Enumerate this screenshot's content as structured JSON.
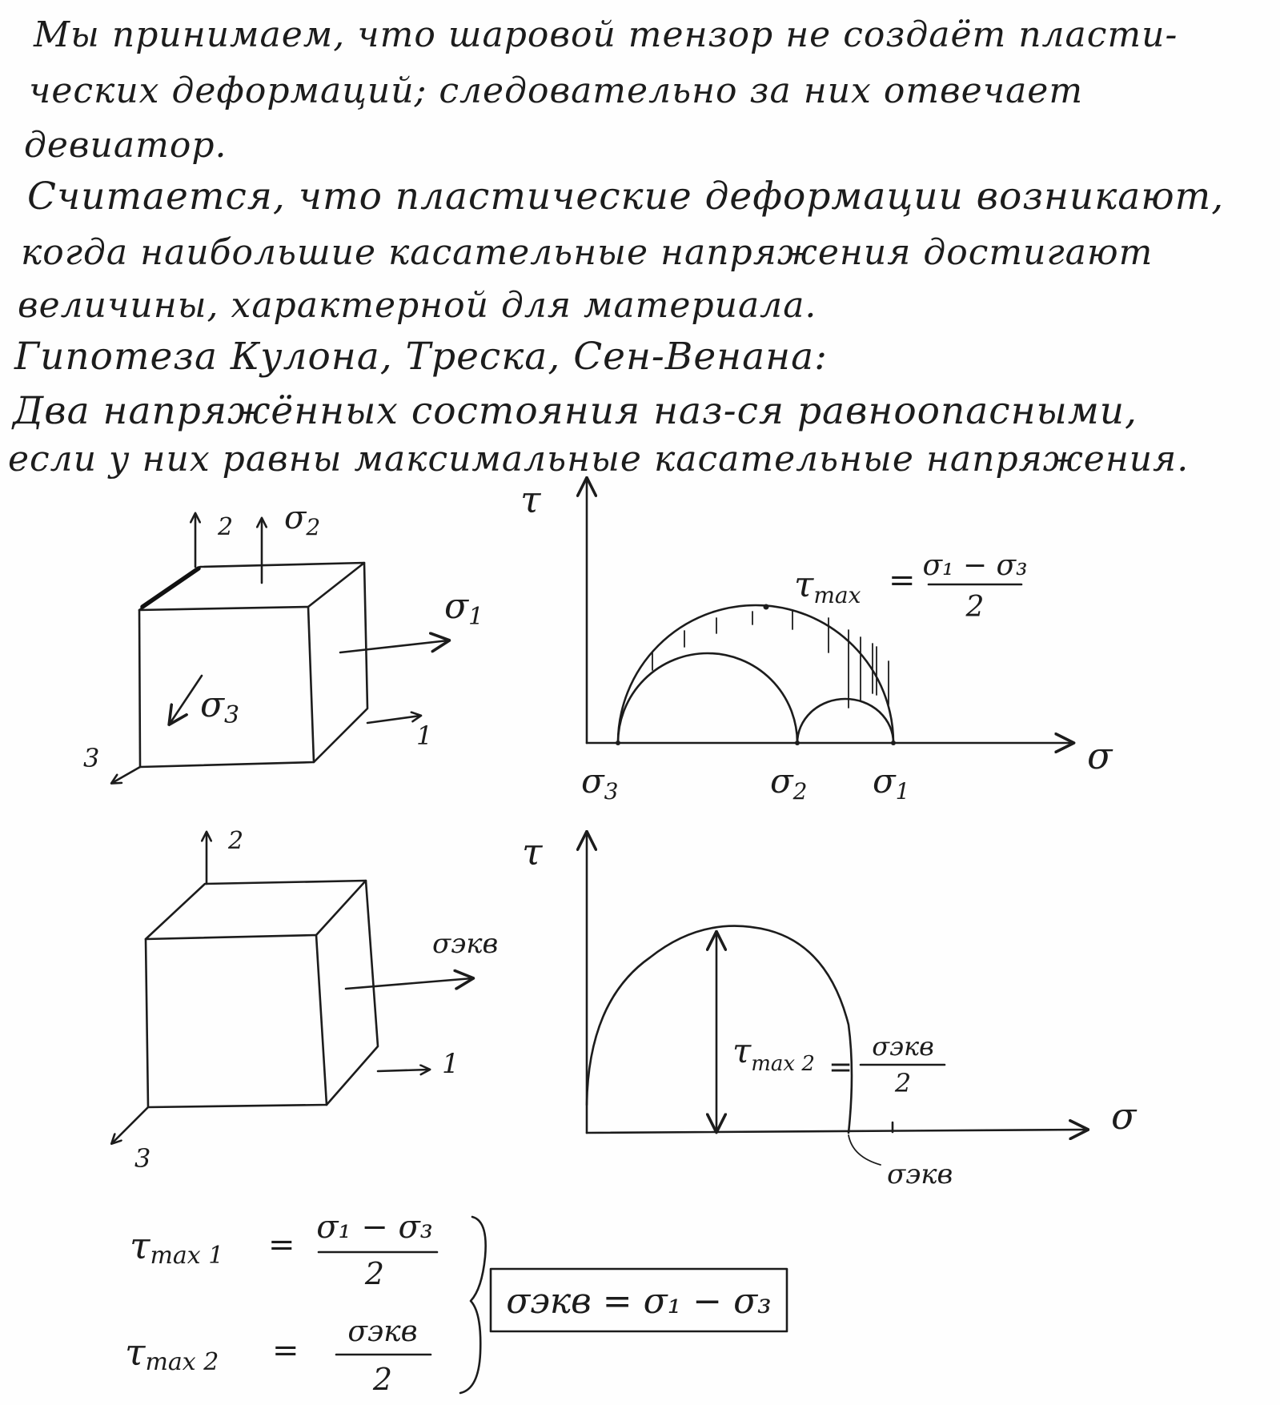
{
  "paragraphs": {
    "p1": [
      "Мы принимаем, что шаровой тензор не создаёт пласти-",
      "ческих деформаций; следовательно за них отвечает",
      "девиатор."
    ],
    "p2": [
      "Считается, что пластические деформации возникают,",
      "когда наибольшие касательные напряжения достигают",
      "величины, характерной для материала."
    ],
    "p3_heading": "Гипотеза Кулона, Треска, Сен-Венана:",
    "p3": [
      "Два напряжённых состояния наз-ся равноопасными,",
      "если у них равны максимальные касательные напряжения."
    ]
  },
  "cube1": {
    "axis_2": "2",
    "axis_1": "1",
    "axis_3": "3",
    "sigma_2": "σ",
    "sigma_2_sub": "2",
    "sigma_1": "σ",
    "sigma_1_sub": "1",
    "sigma_3": "σ",
    "sigma_3_sub": "3"
  },
  "mohr1": {
    "y_label": "τ",
    "x_label": "σ",
    "tick_s3": "σ",
    "tick_s3_sub": "3",
    "tick_s2": "σ",
    "tick_s2_sub": "2",
    "tick_s1": "σ",
    "tick_s1_sub": "1",
    "formula_lhs": "τ",
    "formula_lhs_sub": "max",
    "formula_eq": "=",
    "formula_num": "σ₁ − σ₃",
    "formula_den": "2"
  },
  "cube2": {
    "axis_2": "2",
    "axis_1": "1",
    "axis_3": "3",
    "sigma_eq": "σэкв"
  },
  "mohr2": {
    "y_label": "τ",
    "x_label": "σ",
    "formula_lhs": "τ",
    "formula_lhs_sub": "max 2",
    "formula_eq": "=",
    "formula_num": "σэкв",
    "formula_den": "2",
    "callout": "σэкв"
  },
  "bottom": {
    "eq1_lhs": "τ",
    "eq1_lhs_sub": "max 1",
    "eq1_eq": "=",
    "eq1_num": "σ₁ − σ₃",
    "eq1_den": "2",
    "eq2_lhs": "τ",
    "eq2_lhs_sub": "max 2",
    "eq2_eq": "=",
    "eq2_num": "σэкв",
    "eq2_den": "2",
    "result": "σэкв = σ₁ − σ₃"
  }
}
